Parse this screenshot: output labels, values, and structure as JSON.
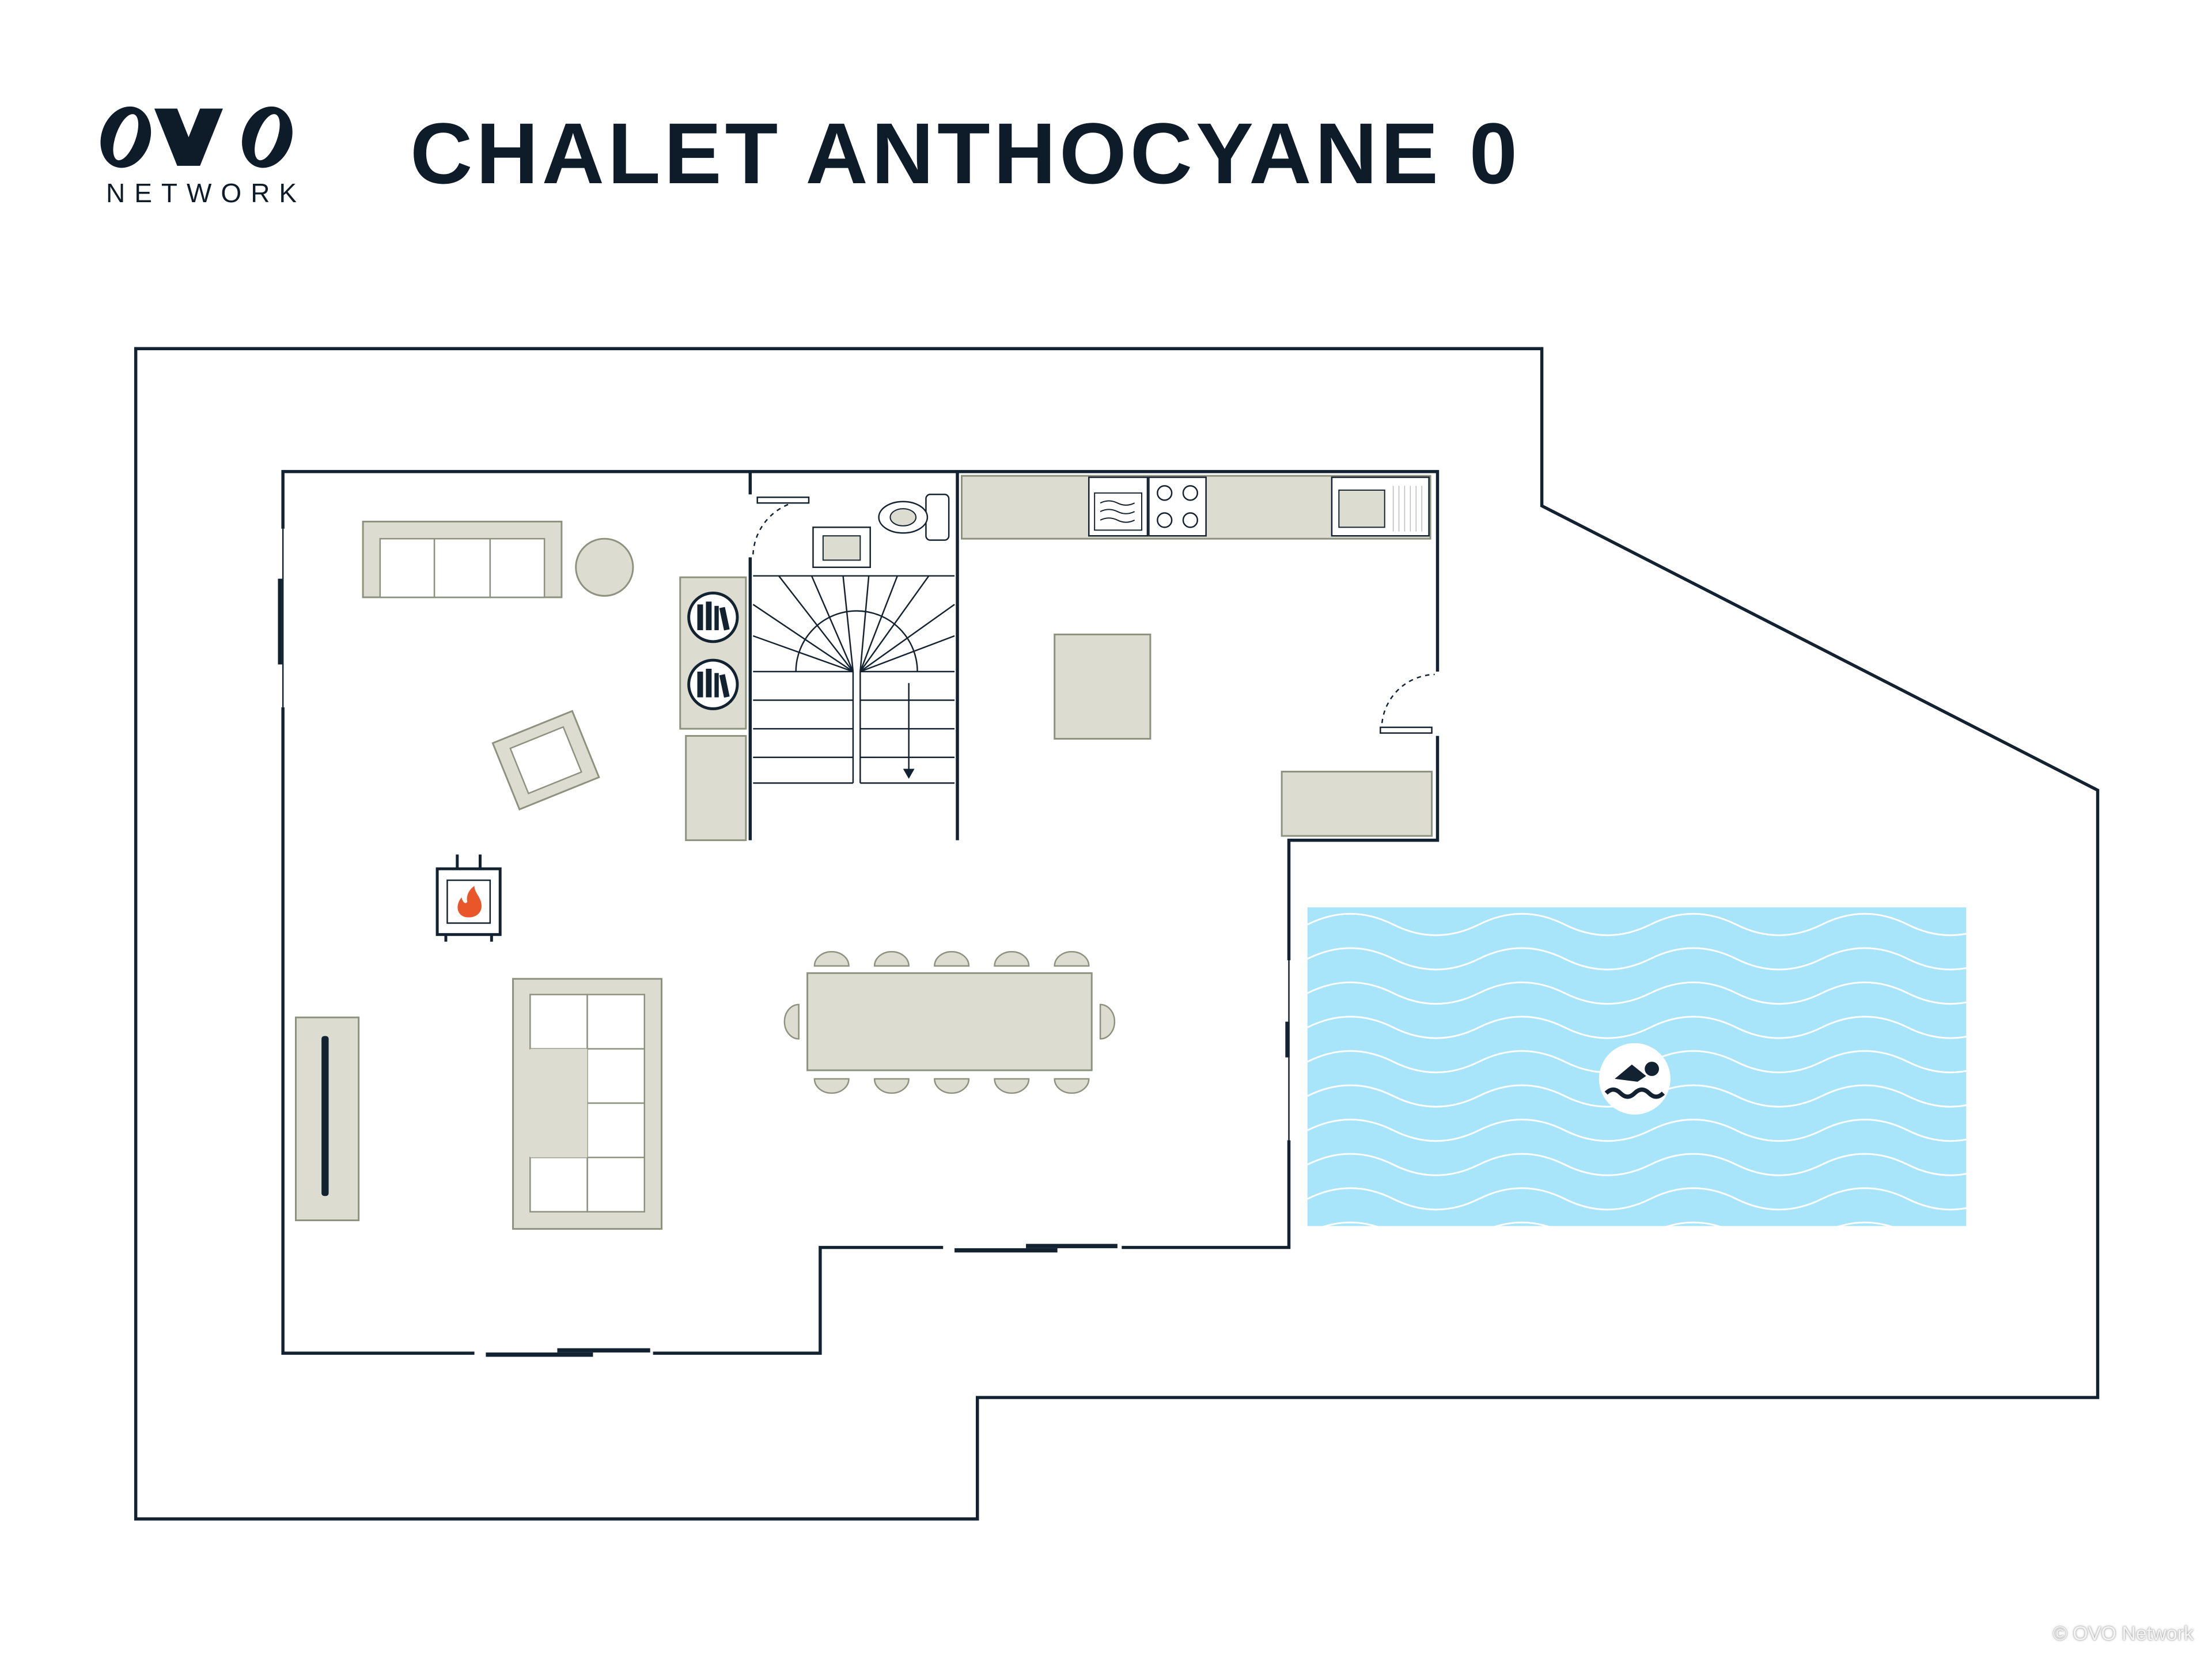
{
  "header": {
    "logo_mark": "OVO",
    "logo_subtitle": "NETWORK",
    "title": "CHALET ANTHOCYANE 0"
  },
  "footer": {
    "copyright": "© OVO Network"
  },
  "colors": {
    "ink": "#0e1c29",
    "terrace": "#f5f5f5",
    "furniture": "#dcddd0",
    "pool": "#a8e4fa",
    "fireplace_flame": "#e8562a"
  },
  "icons": [
    "ovo-logo-icon",
    "bookshelf-icon",
    "fireplace-icon",
    "swimmer-icon",
    "stairs-arrow-icon",
    "toilet-icon",
    "sink-icon",
    "cooktop-icon",
    "oven-icon",
    "tv-icon"
  ]
}
